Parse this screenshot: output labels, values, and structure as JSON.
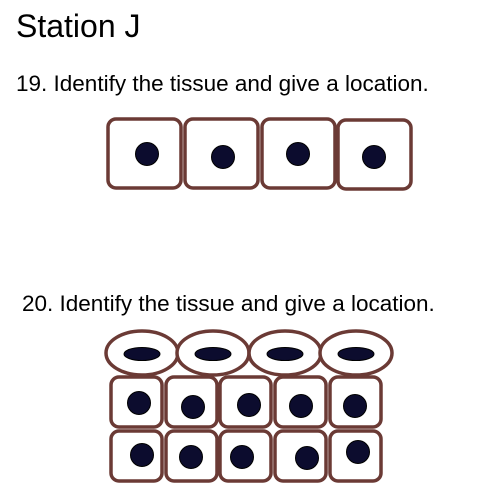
{
  "station": {
    "title": "Station J"
  },
  "questions": [
    {
      "number": "19",
      "prompt": "19. Identify the tissue and give a location.",
      "figure": {
        "cell_shape": "cuboidal",
        "layers": 1,
        "cells_per_layer": [
          4
        ]
      }
    },
    {
      "number": "20",
      "prompt": "20. Identify the tissue and give a location.",
      "figure": {
        "cell_shape": "squamous apical layer over cuboidal layers",
        "layers": 3,
        "cells_per_layer": [
          4,
          5,
          5
        ]
      }
    }
  ],
  "colors": {
    "cell_border": "#6b3a35",
    "nucleus": "#0c0c2e",
    "background": "#ffffff"
  }
}
